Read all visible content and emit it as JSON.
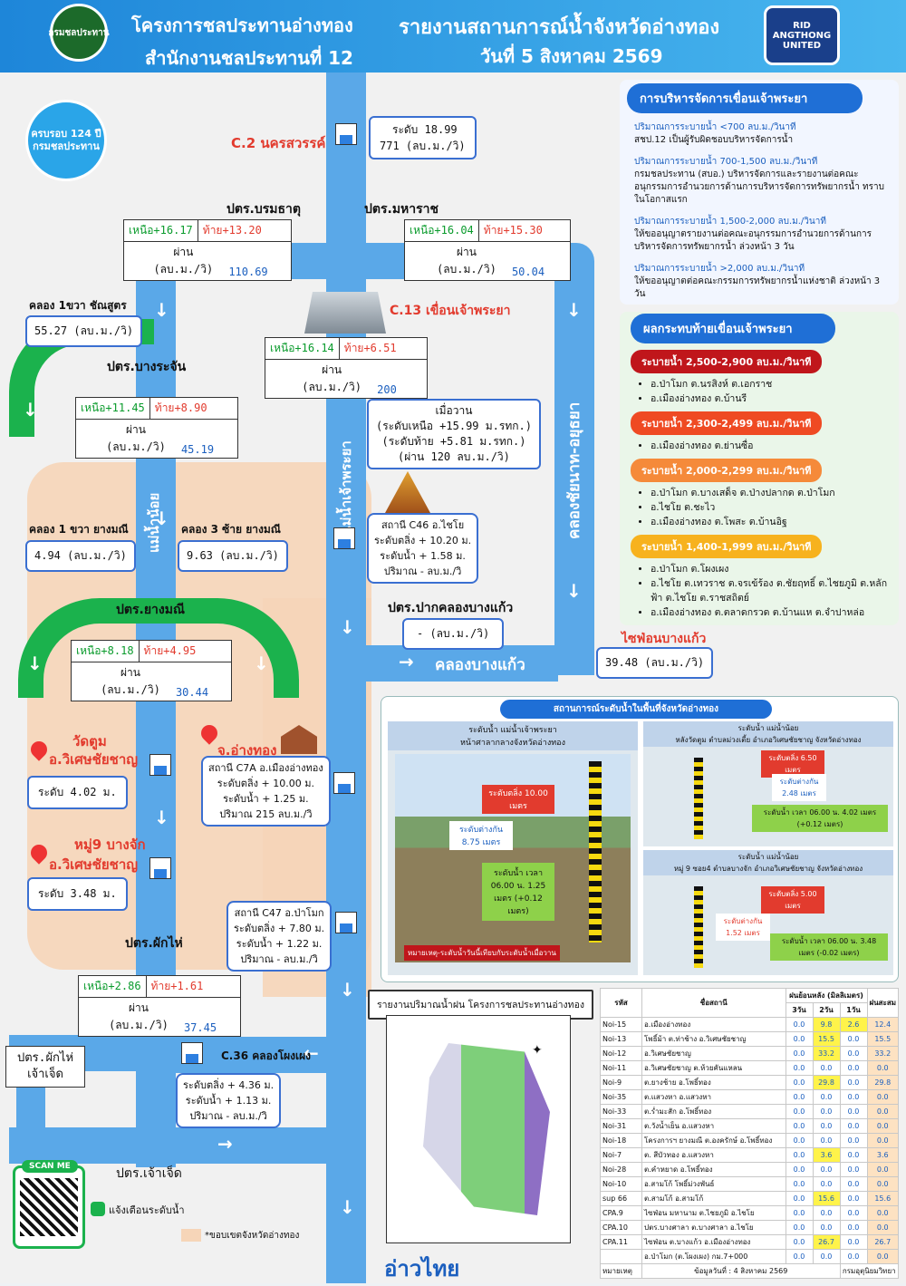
{
  "header": {
    "project": "โครงการชลประทานอ่างทอง",
    "office": "สำนักงานชลประทานที่ 12",
    "report_title": "รายงานสถานการณ์น้ำจังหวัดอ่างทอง",
    "date": "วันที่ 5 สิงหาคม  2569",
    "left_logo": "กรมชลประทาน",
    "right_logo": "RID ANGTHONG UNITED"
  },
  "badge": {
    "text": "ครบรอบ 124 ปี",
    "sub": "กรมชลประทาน"
  },
  "c2": {
    "label": "C.2 นครสวรรค์",
    "level": "ระดับ 18.99",
    "flow": "771 (ลบ.ม./วิ)"
  },
  "gates": {
    "borommathat": {
      "name": "ปตร.บรมธาตุ",
      "up": "เหนือ+16.17",
      "down": "ท้าย+13.20",
      "flow_label": "ผ่าน (ลบ.ม./วิ)",
      "flow": "110.69"
    },
    "maharat": {
      "name": "ปตร.มหาราช",
      "up": "เหนือ+16.04",
      "down": "ท้าย+15.30",
      "flow_label": "ผ่าน (ลบ.ม./วิ)",
      "flow": "50.04"
    },
    "c13": {
      "name": "C.13 เขื่อนเจ้าพระยา",
      "up": "เหนือ+16.14",
      "down": "ท้าย+6.51",
      "flow_label": "ผ่าน (ลบ.ม./วิ)",
      "flow": "200"
    },
    "bangrachan": {
      "name": "ปตร.บางระจัน",
      "up": "เหนือ+11.45",
      "down": "ท้าย+8.90",
      "flow_label": "ผ่าน (ลบ.ม./วิ)",
      "flow": "45.19"
    },
    "yangmanee": {
      "name": "ปตร.ยางมณี",
      "up": "เหนือ+8.18",
      "down": "ท้าย+4.95",
      "flow_label": "ผ่าน (ลบ.ม./วิ)",
      "flow": "30.44"
    },
    "phakhai": {
      "name": "ปตร.ผักไห่",
      "up": "เหนือ+2.86",
      "down": "ท้าย+1.61",
      "flow_label": "ผ่าน (ลบ.ม./วิ)",
      "flow": "37.45"
    }
  },
  "yesterday": {
    "title": "เมื่อวาน",
    "l1": "(ระดับเหนือ +15.99 ม.รทก.)",
    "l2": "(ระดับท้าย  +5.81 ม.รทก.)",
    "l3": "(ผ่าน 120 ลบ.ม./วิ)"
  },
  "canals": {
    "k1": "คลอง 1ขวา ชัณสูตร",
    "k1_flow": "55.27 (ลบ.ม./วิ)",
    "y1": "คลอง 1 ขวา ยางมณี",
    "y1_flow": "4.94 (ลบ.ม./วิ)",
    "y3": "คลอง 3 ซ้าย ยางมณี",
    "y3_flow": "9.63 (ลบ.ม./วิ)",
    "pakkhlong": "ปตร.ปากคลองบางแก้ว",
    "pakkhlong_flow": "- (ลบ.ม./วิ)",
    "bangkaew": "คลองบางแก้ว",
    "siphon": "ไซฟ่อนบางแก้ว",
    "siphon_flow": "39.48 (ลบ.ม./วิ)",
    "phakhai2": "ปตร.ผักไห่ เจ้าเจ็ด",
    "chaochet": "ปตร.เจ้าเจ็ด"
  },
  "rivers": {
    "chaophraya": "แม่น้ำเจ้าพระยา",
    "noi": "แม่น้ำน้อย",
    "chainat": "คลองชัยนาท-อยุธยา",
    "gulf": "อ่าวไทย"
  },
  "stations": {
    "c46": {
      "l1": "สถานี C46 อ.ไชโย",
      "l2": "ระดับตลิ่ง + 10.20 ม.",
      "l3": "ระดับน้ำ + 1.58 ม.",
      "l4": "ปริมาณ - ลบ.ม./วิ"
    },
    "c7a": {
      "place": "จ.อ่างทอง",
      "l1": "สถานี C7A อ.เมืองอ่างทอง",
      "l2": "ระดับตลิ่ง + 10.00 ม.",
      "l3": "ระดับน้ำ + 1.25 ม.",
      "l4": "ปริมาณ 215 ลบ.ม./วิ"
    },
    "c47": {
      "l1": "สถานี C47 อ.ป่าโมก",
      "l2": "ระดับตลิ่ง + 7.80 ม.",
      "l3": "ระดับน้ำ + 1.22 ม.",
      "l4": "ปริมาณ - ลบ.ม./วิ"
    },
    "c36": {
      "label": "C.36 คลองโผงเผง",
      "l2": "ระดับตลิ่ง + 4.36 ม.",
      "l3": "ระดับน้ำ + 1.13 ม.",
      "l4": "ปริมาณ - ลบ.ม./วิ"
    },
    "watum": {
      "name": "วัดตูม",
      "district": "อ.วิเศษชัยชาญ",
      "level": "ระดับ 4.02 ม."
    },
    "moo9": {
      "name": "หมู่9 บางจัก",
      "district": "อ.วิเศษชัยชาญ",
      "level": "ระดับ 3.48 ม."
    }
  },
  "dam_panel": {
    "title": "การบริหารจัดการเขื่อนเจ้าพระยา",
    "items": [
      {
        "head": "ปริมาณการระบายน้ำ <700 ลบ.ม./วินาที",
        "body": "สชป.12 เป็นผู้รับผิดชอบบริหารจัดการน้ำ"
      },
      {
        "head": "ปริมาณการระบายน้ำ 700-1,500 ลบ.ม./วินาที",
        "body": "กรมชลประทาน (สบอ.) บริหารจัดการและรายงานต่อคณะอนุกรรมการอำนวยการด้านการบริหารจัดการทรัพยากรน้ำ ทราบในโอกาสแรก"
      },
      {
        "head": "ปริมาณการระบายน้ำ 1,500-2,000 ลบ.ม./วินาที",
        "body": "ให้ขออนุญาตรายงานต่อคณะอนุกรรมการอำนวยการด้านการบริหารจัดการทรัพยากรน้ำ ล่วงหน้า 3 วัน"
      },
      {
        "head": "ปริมาณการระบายน้ำ >2,000 ลบ.ม./วินาที",
        "body": "ให้ขออนุญาตต่อคณะกรรมการทรัพยากรน้ำแห่งชาติ ล่วงหน้า 3 วัน"
      }
    ]
  },
  "impact_panel": {
    "title": "ผลกระทบท้ายเขื่อนเจ้าพระยา",
    "groups": [
      {
        "pill": "ระบายน้ำ 2,500-2,900 ลบ.ม./วินาที",
        "color": "#c0161b",
        "items": [
          "อ.ป่าโมก ต.นรสิงห์ ต.เอกราช",
          "อ.เมืองอ่างทอง ต.บ้านรี"
        ]
      },
      {
        "pill": "ระบายน้ำ 2,300-2,499 ลบ.ม./วินาที",
        "color": "#ef4a23",
        "items": [
          "อ.เมืองอ่างทอง ต.ย่านซื่อ"
        ]
      },
      {
        "pill": "ระบายน้ำ 2,000-2,299 ลบ.ม./วินาที",
        "color": "#f58a3a",
        "items": [
          "อ.ป่าโมก ต.บางเสด็จ ต.ป่างปลากด ต.ป่าโมก",
          "อ.ไชโย ต.ชะไว",
          "อ.เมืองอ่างทอง ต.โพสะ ต.บ้านอิฐ"
        ]
      },
      {
        "pill": "ระบายน้ำ 1,400-1,999 ลบ.ม./วินาที",
        "color": "#f7b21e",
        "items": [
          "อ.ป่าโมก ต.โผงเผง",
          "อ.ไชโย ต.เทวราช ต.จรเข้ร้อง ต.ชัยฤทธิ์ ต.ไชยภูมิ ต.หลักฟ้า ต.ไชโย ต.ราชสถิตย์",
          "อ.เมืองอ่างทอง ต.ตลาดกรวด ต.บ้านแห ต.จำปาหล่อ"
        ]
      }
    ]
  },
  "photo_panel": {
    "title": "สถานการณ์ระดับน้ำในพื้นที่จังหวัดอ่างทอง",
    "left": {
      "h1": "ระดับน้ำ แม่น้ำเจ้าพระยา",
      "h2": "หน้าศาลากลางจังหวัดอ่างทอง",
      "bank": "ระดับตลิ่ง 10.00 เมตร",
      "diff": "ระดับต่างกัน 8.75 เมตร",
      "water": "ระดับน้ำ เวลา 06.00 น. 1.25 เมตร (+0.12 เมตร)",
      "note": "หมายเหตุ-ระดับน้ำวันนี้เทียบกับระดับน้ำเมื่อวาน"
    },
    "right1": {
      "h1": "ระดับน้ำ แม่น้ำน้อย",
      "h2": "หลังวัดตูม ตำบลม่วงเตี้ย อำเภอวิเศษชัยชาญ จังหวัดอ่างทอง",
      "bank": "ระดับตลิ่ง 6.50 เมตร",
      "diff": "ระดับต่างกัน 2.48 เมตร",
      "water": "ระดับน้ำ เวลา 06.00 น. 4.02 เมตร (+0.12 เมตร)"
    },
    "right2": {
      "h1": "ระดับน้ำ แม่น้ำน้อย",
      "h2": "หมู่ 9 ซอย4 ตำบลบางจัก อำเภอวิเศษชัยชาญ จังหวัดอ่างทอง",
      "bank": "ระดับตลิ่ง 5.00 เมตร",
      "diff": "ระดับต่างกัน 1.52 เมตร",
      "water": "ระดับน้ำ เวลา 06.00 น. 3.48 เมตร (-0.02 เมตร)"
    }
  },
  "rain_panel": {
    "title": "รายงานปริมาณน้ำฝน โครงการชลประทานอ่างทอง"
  },
  "rain_table": {
    "h_code": "รหัส",
    "h_name": "ชื่อสถานี",
    "h_rain": "ฝนย้อนหลัง (มิลลิเมตร)",
    "h_3": "3วัน",
    "h_2": "2วัน",
    "h_1": "1วัน",
    "h_acc": "ฝนสะสม",
    "rows": [
      [
        "Noi-15",
        "อ.เมืองอ่างทอง",
        "0.0",
        "9.8",
        "2.6",
        "12.4"
      ],
      [
        "Noi-13",
        "โพธิ์ม้า ต.ท่าช้าง อ.วิเศษชัยชาญ",
        "0.0",
        "15.5",
        "0.0",
        "15.5"
      ],
      [
        "Noi-12",
        "อ.วิเศษชัยชาญ",
        "0.0",
        "33.2",
        "0.0",
        "33.2"
      ],
      [
        "Noi-11",
        "อ.วิเศษชัยชาญ ต.ห้วยคันแหลน",
        "0.0",
        "0.0",
        "0.0",
        "0.0"
      ],
      [
        "Noi-9",
        "ต.ยางช้าย อ.โพธิ์ทอง",
        "0.0",
        "29.8",
        "0.0",
        "29.8"
      ],
      [
        "Noi-35",
        "ต.แสวงหา อ.แสวงหา",
        "0.0",
        "0.0",
        "0.0",
        "0.0"
      ],
      [
        "Noi-33",
        "ต.ร่ำมะสัก อ.โพธิ์ทอง",
        "0.0",
        "0.0",
        "0.0",
        "0.0"
      ],
      [
        "Noi-31",
        "ต.วังน้ำเย็น อ.แสวงหา",
        "0.0",
        "0.0",
        "0.0",
        "0.0"
      ],
      [
        "Noi-18",
        "โครงการฯ ยางมณี ต.องครักษ์ อ.โพธิ์ทอง",
        "0.0",
        "0.0",
        "0.0",
        "0.0"
      ],
      [
        "Noi-7",
        "ต. สีบัวทอง อ.แสวงหา",
        "0.0",
        "3.6",
        "0.0",
        "3.6"
      ],
      [
        "Noi-28",
        "ต.คำหยาด อ.โพธิ์ทอง",
        "0.0",
        "0.0",
        "0.0",
        "0.0"
      ],
      [
        "Noi-10",
        "อ.สามโก้ โพธิ์ม่วงพันธ์",
        "0.0",
        "0.0",
        "0.0",
        "0.0"
      ],
      [
        "sup 66",
        "ต.สามโก้ อ.สามโก้",
        "0.0",
        "15.6",
        "0.0",
        "15.6"
      ],
      [
        "CPA.9",
        "ไซฟ่อน มหานาม ต.ไชยภูมิ อ.ไชโย",
        "0.0",
        "0.0",
        "0.0",
        "0.0"
      ],
      [
        "CPA.10",
        "ปตร.บางศาลา ต.บางศาลา อ.ไชโย",
        "0.0",
        "0.0",
        "0.0",
        "0.0"
      ],
      [
        "CPA.11",
        "ไซฟ่อน ต.บางแก้ว อ.เมืองอ่างทอง",
        "0.0",
        "26.7",
        "0.0",
        "26.7"
      ],
      [
        "",
        "อ.ป่าโมก (ต.โผงเผง) กม.7+000",
        "0.0",
        "0.0",
        "0.0",
        "0.0"
      ]
    ],
    "note": "หมายเหตุ",
    "data_date": "ข้อมูลวันที่ : 4 สิงหาคม 2569",
    "source": "กรมอุตุนิยมวิทยา"
  },
  "scan": {
    "title": "SCAN ME",
    "line": "แจ้งเตือนระดับน้ำ",
    "legend": "*ขอบเขตจังหวัดอ่างทอง"
  }
}
